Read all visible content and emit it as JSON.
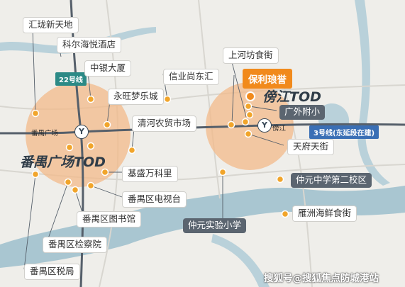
{
  "title": "",
  "colors": {
    "land": "#efeeea",
    "water": "#a9c6d1",
    "tod_circle": "#f3b98a",
    "poi_dot": "#f1a52b",
    "label_dark": "#5b6570",
    "line22": "#2c8a86",
    "line3": "#3a6fb5",
    "brand": "#f18a1c"
  },
  "tod_areas": {
    "panyu_square": "番禺广场TOD",
    "bangjiang": "傍江TOD"
  },
  "metro": {
    "line22_label": "22号线",
    "line3_label": "3号线(东延段在建)",
    "station_icon": "Y",
    "stations": {
      "panyu_square": "番禺广场",
      "bangjiang": "傍江"
    }
  },
  "project": {
    "name": "保利琅誉"
  },
  "pois": {
    "huilong": "汇珑新天地",
    "kerhai": "科尔海悦酒店",
    "zhongyin": "中银大厦",
    "yongwang": "永旺梦乐城",
    "qinghe": "清河农贸市场",
    "xinye": "信业尚东汇",
    "shanghefang": "上河坊食街",
    "guangwai": "广外附小",
    "tianfu": "天府天街",
    "jisheng": "基盛万科里",
    "tv": "番禺区电视台",
    "library": "番禺区图书馆",
    "procuratorate": "番禺区检察院",
    "tax": "番禺区税局",
    "zhongyuan2": "仲元中学第二校区",
    "zhongyuan_exp": "仲元实验小学",
    "yanzhou": "雁洲海鲜食街"
  },
  "watermark": "搜狐号@搜狐焦点防城港站"
}
